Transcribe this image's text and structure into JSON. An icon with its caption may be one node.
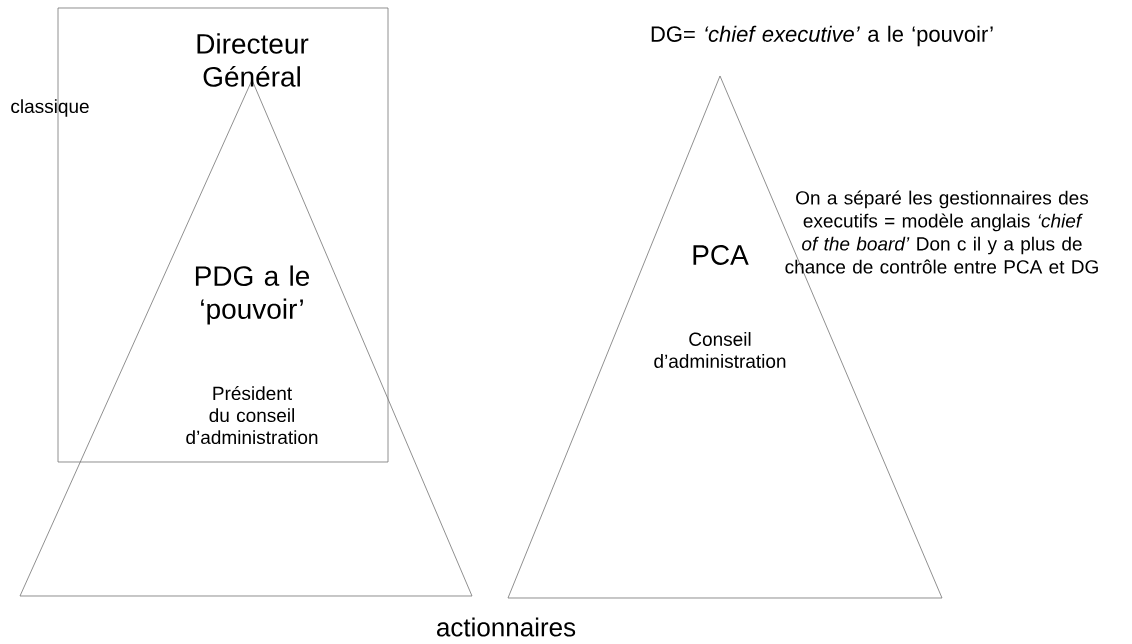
{
  "diagram": {
    "nodes": [
      {
        "text": [
          "Directeur Général",
          "PDG a le ‘pouvoir’",
          "Président du conseil d’administration"
        ]
      },
      {
        "text": [
          "DG= *‘chief executive’* a le ‘pouvoir’",
          "PCA",
          "Conseil d’administration"
        ]
      }
    ],
    "labels": [
      "classique",
      "On a séparé les gestionnaires des executifs = modèle anglais *‘chief of the board’* Don c il y a plus de chance de contrôle entre PCA et DG",
      "actionnaires"
    ]
  }
}
